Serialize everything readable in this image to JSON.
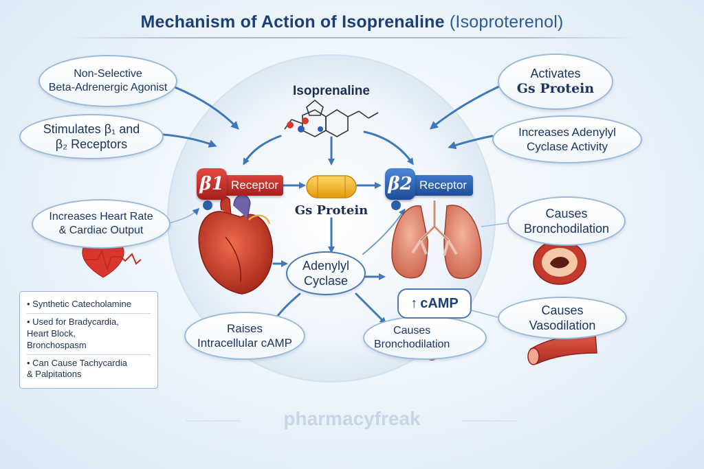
{
  "title": {
    "main": "Mechanism of Action of Isoprenaline",
    "sub": "(Isoproterenol)"
  },
  "drug_name": "Isoprenaline",
  "bubbles": {
    "non_selective": "Non-Selective\nBeta-Adrenergic Agonist",
    "stimulates": "Stimulates β₁ and\nβ₂ Receptors",
    "heart_rate": "Increases Heart Rate\n& Cardiac Output",
    "activates_gs_line1": "Activates",
    "activates_gs_line2": "Gs Protein",
    "adenylyl_activity": "Increases Adenylyl\nCyclase Activity",
    "bronchodilation_right": "Causes\nBronchodilation",
    "vasodilation": "Causes\nVasodilation",
    "raises_camp": "Raises\nIntracellular cAMP",
    "bronchodilation_center": "Causes\nBronchodilation",
    "adenylyl_cyclase": "Adenylyl\nCyclase"
  },
  "receptors": {
    "beta1": {
      "symbol": "β1",
      "label": "Receptor",
      "color": "#b82a25"
    },
    "beta2": {
      "symbol": "β2",
      "label": "Receptor",
      "color": "#2a5fae"
    }
  },
  "gs_protein_label": "Gs Protein",
  "camp": {
    "arrow": "↑",
    "label": "cAMP"
  },
  "info_box": [
    "Synthetic Catecholamine",
    "Used for Bradycardia,\nHeart Block,\nBronchospasm",
    "Can Cause Tachycardia\n& Palpitations"
  ],
  "watermark": "pharmacyfreak",
  "icons": [
    "heart-icon",
    "heartbeat-icon",
    "lungs-icon",
    "capsule-icon",
    "molecule-icon",
    "bronchus-ring-icon",
    "artery-icon",
    "cell-disc-icon"
  ],
  "colors": {
    "title": "#1c3f76",
    "arrow": "#3d78b8",
    "beta1": "#b82a25",
    "beta2": "#2a5fae",
    "capsule": "#f3b51e"
  }
}
